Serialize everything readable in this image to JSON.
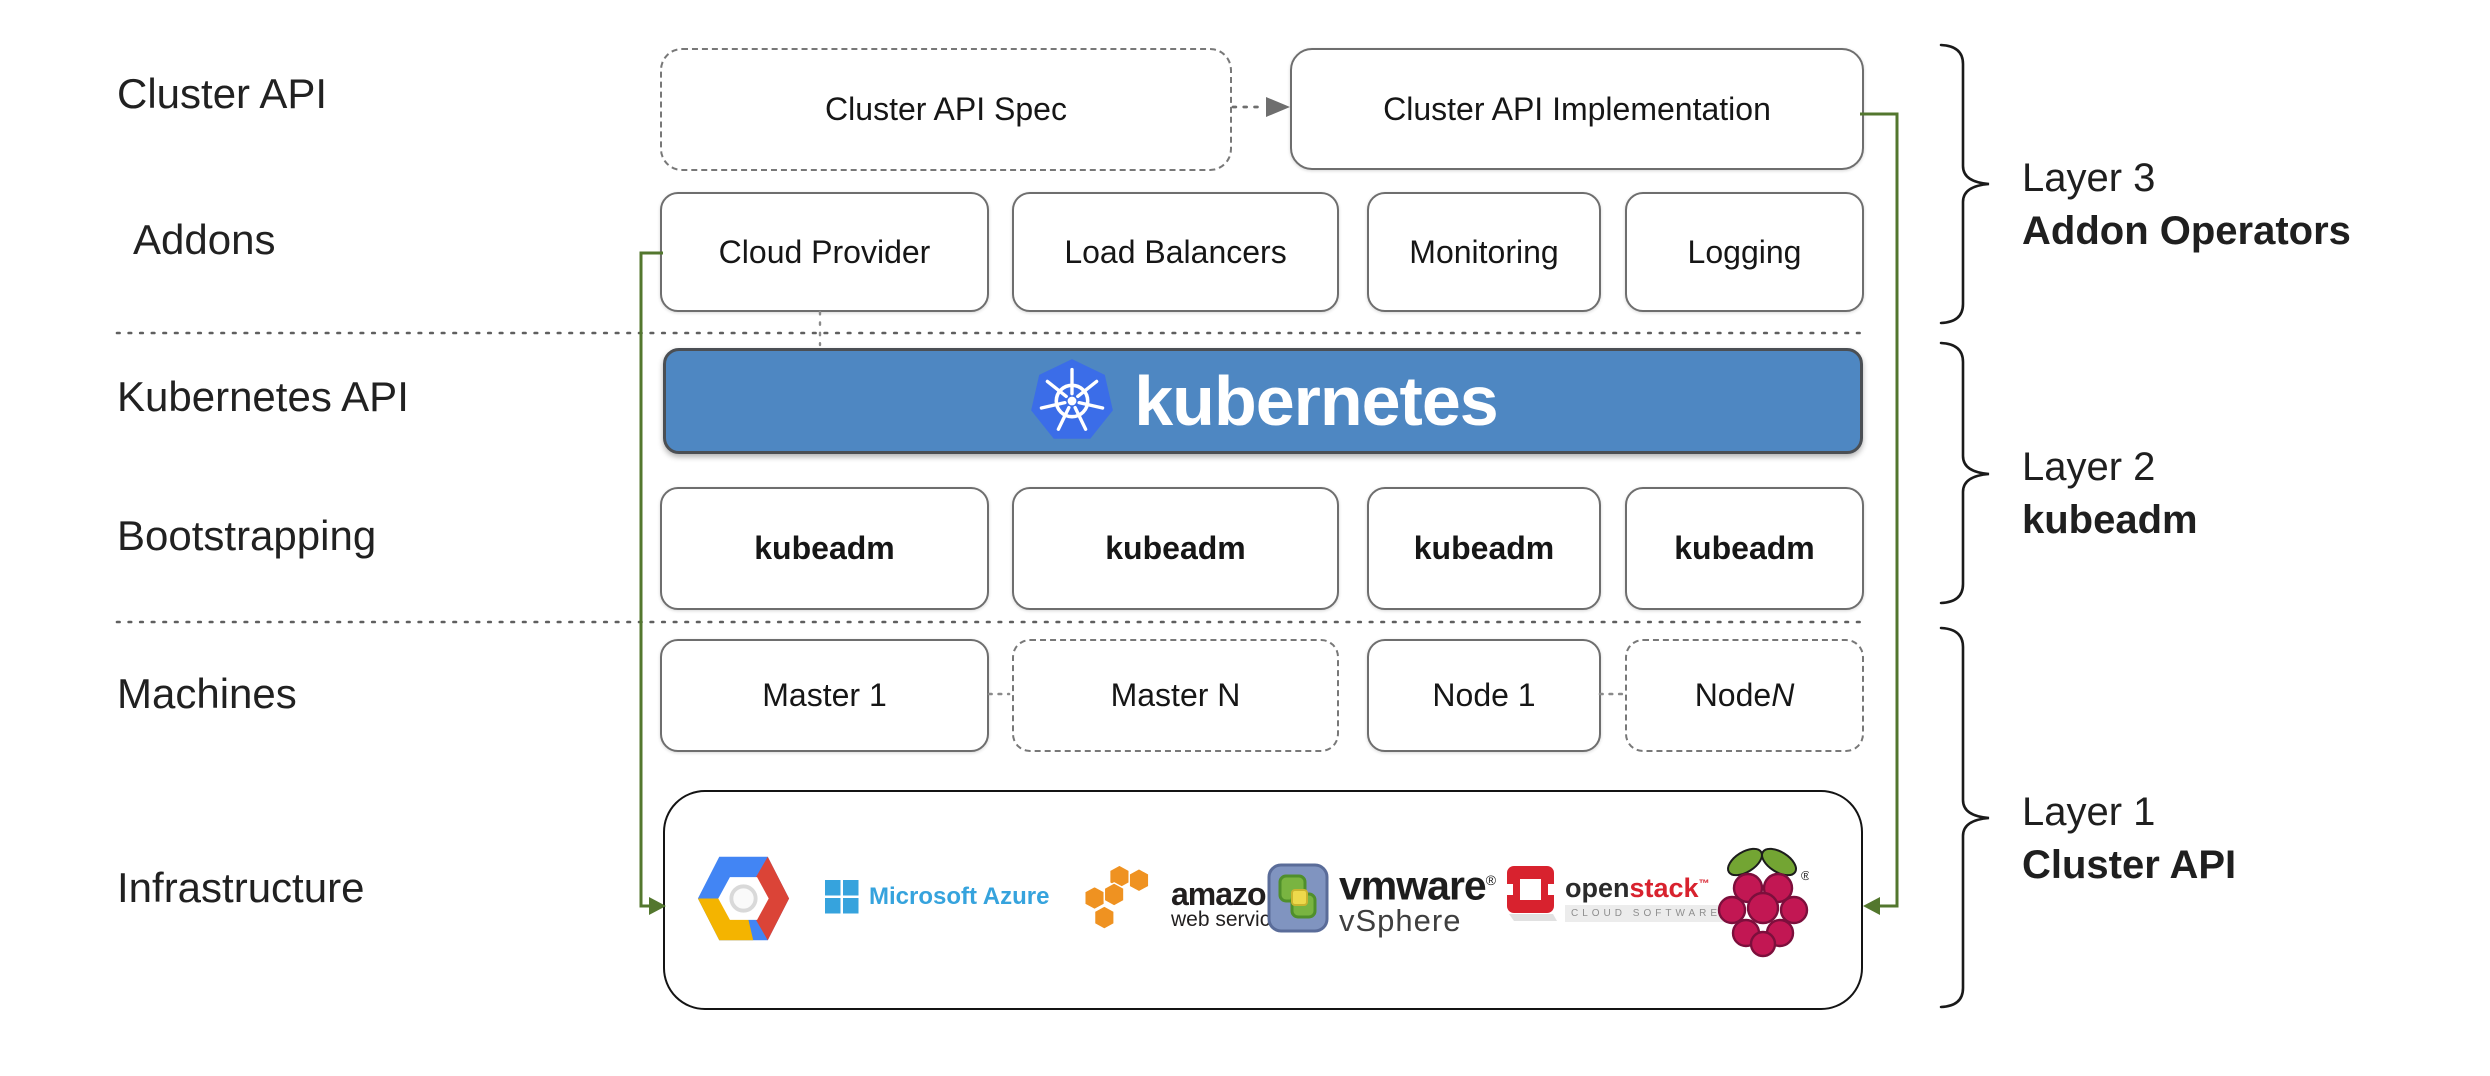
{
  "row_labels": [
    {
      "label": "Cluster API"
    },
    {
      "label": "Addons"
    },
    {
      "label": "Kubernetes API"
    },
    {
      "label": "Bootstrapping"
    },
    {
      "label": "Machines"
    },
    {
      "label": "Infrastructure"
    }
  ],
  "cluster_api_row": {
    "spec": "Cluster API Spec",
    "implementation": "Cluster API Implementation"
  },
  "addons_row": {
    "boxes": [
      "Cloud Provider",
      "Load Balancers",
      "Monitoring",
      "Logging"
    ]
  },
  "kubernetes_bar": {
    "label": "kubernetes"
  },
  "bootstrapping_row": {
    "boxes": [
      "kubeadm",
      "kubeadm",
      "kubeadm",
      "kubeadm"
    ]
  },
  "machines_row": {
    "items": [
      {
        "label": "Master 1"
      },
      {
        "label": "Master N"
      },
      {
        "label": "Node 1"
      },
      {
        "prefix": "Node ",
        "n": "N"
      }
    ]
  },
  "infrastructure": {
    "providers": [
      {
        "name": "google-cloud-platform"
      },
      {
        "name": "microsoft-azure",
        "text": "Microsoft Azure"
      },
      {
        "name": "amazon-web-services",
        "line1": "amazon",
        "line2": "web services"
      },
      {
        "name": "vmware-vsphere",
        "line1": "vmware",
        "reg": "®",
        "line2": "vSphere"
      },
      {
        "name": "openstack",
        "part1": "open",
        "part2": "stack",
        "tm": "™",
        "sub": "CLOUD SOFTWARE"
      },
      {
        "name": "raspberry-pi",
        "reg": "®"
      }
    ]
  },
  "layers": [
    {
      "line1": "Layer 3",
      "line2": "Addon Operators"
    },
    {
      "line1": "Layer 2",
      "line2": "kubeadm"
    },
    {
      "line1": "Layer 1",
      "line2": "Cluster API"
    }
  ],
  "colors": {
    "kubernetes_bar_blue": "#4e87c2",
    "kubernetes_logo_blue": "#3b6de8",
    "connector_green": "#53772e",
    "box_border_gray": "#6e6e6e",
    "dotted_gray": "#5f5f5f",
    "azure_blue": "#36a3dd",
    "aws_orange": "#ef9221",
    "gcp_blue": "#4285f4",
    "gcp_red": "#db4437",
    "gcp_yellow": "#f4b400",
    "vmware_slate": "#8094c0",
    "openstack_red": "#d8222e",
    "raspberry_crimson": "#c21753",
    "raspberry_leaf_green": "#73a533"
  }
}
